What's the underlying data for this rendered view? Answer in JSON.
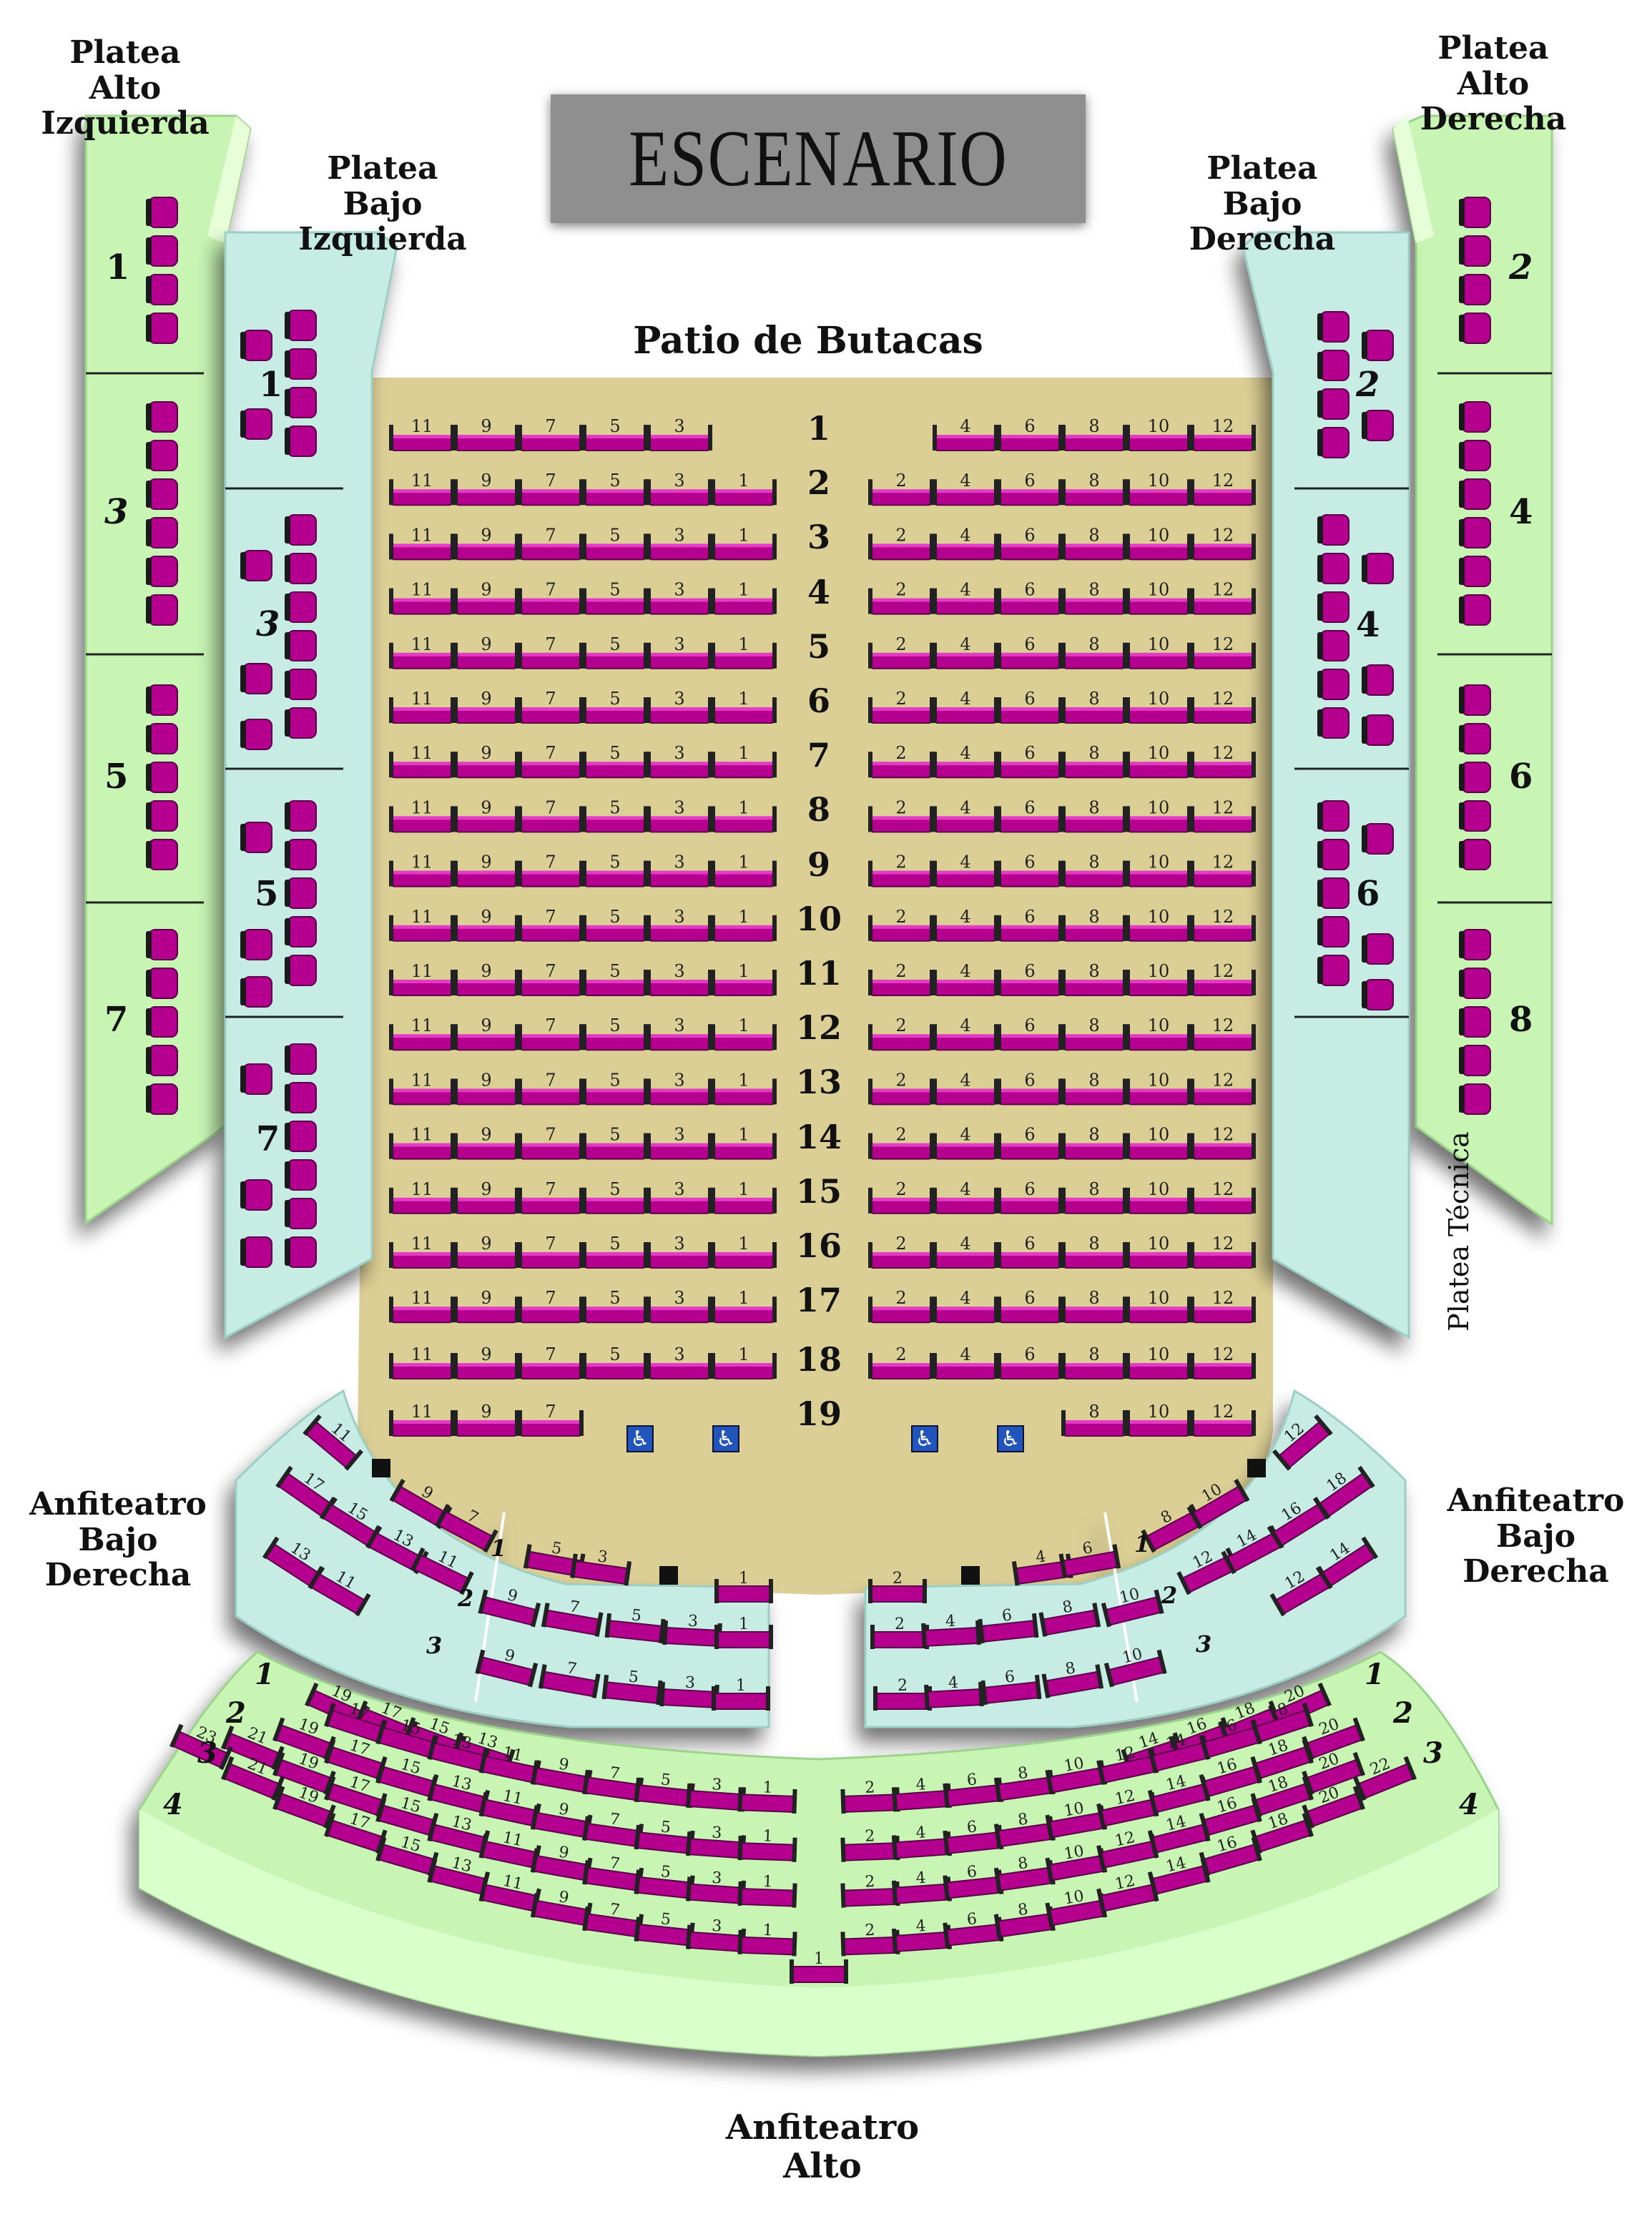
{
  "stage_label": "ESCENARIO",
  "sections": {
    "platea_alto_izq": [
      "Platea",
      "Alto",
      "Izquierda"
    ],
    "platea_alto_der": [
      "Platea",
      "Alto",
      "Derecha"
    ],
    "platea_bajo_izq": [
      "Platea",
      "Bajo",
      "Izquierda"
    ],
    "platea_bajo_der": [
      "Platea",
      "Bajo",
      "Derecha"
    ],
    "patio": "Patio de Butacas",
    "anfi_bajo_izq": [
      "Anfiteatro",
      "Bajo",
      "Derecha"
    ],
    "anfi_bajo_der": [
      "Anfiteatro",
      "Bajo",
      "Derecha"
    ],
    "anfi_alto": [
      "Anfiteatro",
      "Alto"
    ],
    "platea_tecnica": "Platea Técnica"
  },
  "box_labels": {
    "alto_izq": [
      "1",
      "3",
      "5",
      "7"
    ],
    "alto_der": [
      "2",
      "4",
      "6",
      "8"
    ],
    "bajo_izq": [
      "1",
      "3",
      "5",
      "7"
    ],
    "bajo_der": [
      "2",
      "4",
      "6"
    ]
  },
  "patio_rows": [
    "1",
    "2",
    "3",
    "4",
    "5",
    "6",
    "7",
    "8",
    "9",
    "10",
    "11",
    "12",
    "13",
    "14",
    "15",
    "16",
    "17",
    "18",
    "19"
  ],
  "patio_left_seat_numbers": [
    "11",
    "9",
    "7",
    "5",
    "3",
    "1"
  ],
  "patio_right_seat_numbers": [
    "2",
    "4",
    "6",
    "8",
    "10",
    "12"
  ],
  "row1_left_seat_numbers": [
    "11",
    "9",
    "7",
    "5",
    "3"
  ],
  "row1_right_seat_numbers": [
    "4",
    "6",
    "8",
    "10",
    "12"
  ],
  "row19_left_seat_numbers": [
    "11",
    "9",
    "7"
  ],
  "row19_right_seat_numbers": [
    "8",
    "10",
    "12"
  ],
  "row19_wheelchair_spaces": 4,
  "anfi_bajo_row_labels": [
    "1",
    "2",
    "3"
  ],
  "anfi_bajo_izq_outer": {
    "row_a": [
      "11"
    ],
    "row_b": [
      "9",
      "7"
    ],
    "row_c": [
      "17",
      "15",
      "13",
      "11"
    ],
    "row_d": [
      "13",
      "11"
    ]
  },
  "anfi_bajo_izq_inner": {
    "row1": [
      "5",
      "3"
    ],
    "row1_end": [
      "1"
    ],
    "row2": [
      "9",
      "7",
      "5",
      "3",
      "1"
    ],
    "row3": [
      "9",
      "7",
      "5",
      "3",
      "1"
    ]
  },
  "anfi_bajo_der_inner": {
    "row1_start": [
      "2"
    ],
    "row1": [
      "4",
      "6"
    ],
    "row2": [
      "2",
      "4",
      "6",
      "8",
      "10"
    ],
    "row3": [
      "2",
      "4",
      "6",
      "8",
      "10"
    ]
  },
  "anfi_bajo_der_outer": {
    "row_a": [
      "12"
    ],
    "row_b": [
      "8",
      "10"
    ],
    "row_c": [
      "12",
      "14",
      "16",
      "18"
    ],
    "row_d": [
      "12",
      "14"
    ]
  },
  "anfi_alto_row_labels": [
    "1",
    "2",
    "3",
    "4"
  ],
  "anfi_alto_rows": {
    "row1": {
      "left": [
        "19",
        "17",
        "15",
        "13"
      ],
      "right": [
        "14",
        "16",
        "18",
        "20"
      ]
    },
    "row2": {
      "left": [
        "17",
        "15",
        "13",
        "11",
        "9",
        "7",
        "5",
        "3",
        "1"
      ],
      "right": [
        "2",
        "4",
        "6",
        "8",
        "10",
        "12",
        "14",
        "16",
        "18"
      ]
    },
    "row3": {
      "left": [
        "19",
        "17",
        "15",
        "13",
        "11",
        "9",
        "7",
        "5",
        "3",
        "1"
      ],
      "right": [
        "2",
        "4",
        "6",
        "8",
        "10",
        "12",
        "14",
        "16",
        "18",
        "20"
      ]
    },
    "row4": {
      "left": [
        "21",
        "19",
        "17",
        "15",
        "13",
        "11",
        "9",
        "7",
        "5",
        "3",
        "1"
      ],
      "right": [
        "2",
        "4",
        "6",
        "8",
        "10",
        "12",
        "14",
        "16",
        "18",
        "20"
      ]
    },
    "row5": {
      "left": [
        "23",
        "21",
        "19",
        "17",
        "15",
        "13",
        "11",
        "9",
        "7",
        "5",
        "3",
        "1"
      ],
      "right": [
        "2",
        "4",
        "6",
        "8",
        "10",
        "12",
        "14",
        "16",
        "18",
        "20",
        "22"
      ]
    },
    "row6": {
      "left": [
        "13",
        "11",
        "9",
        "7",
        "5",
        "3"
      ],
      "right": [
        "2",
        "4",
        "6",
        "8",
        "10"
      ]
    }
  },
  "colors": {
    "seat": "#b5008f",
    "seat_dark": "#5a0048",
    "patio_floor": "#dccf96",
    "platea_alto": "#c8f5b3",
    "platea_bajo": "#c6ece3",
    "anfi_bajo": "#c6ece3",
    "anfi_alto": "#c8f5b3",
    "stage": "#8f8f8f",
    "wheelchair": "#2255bb"
  }
}
